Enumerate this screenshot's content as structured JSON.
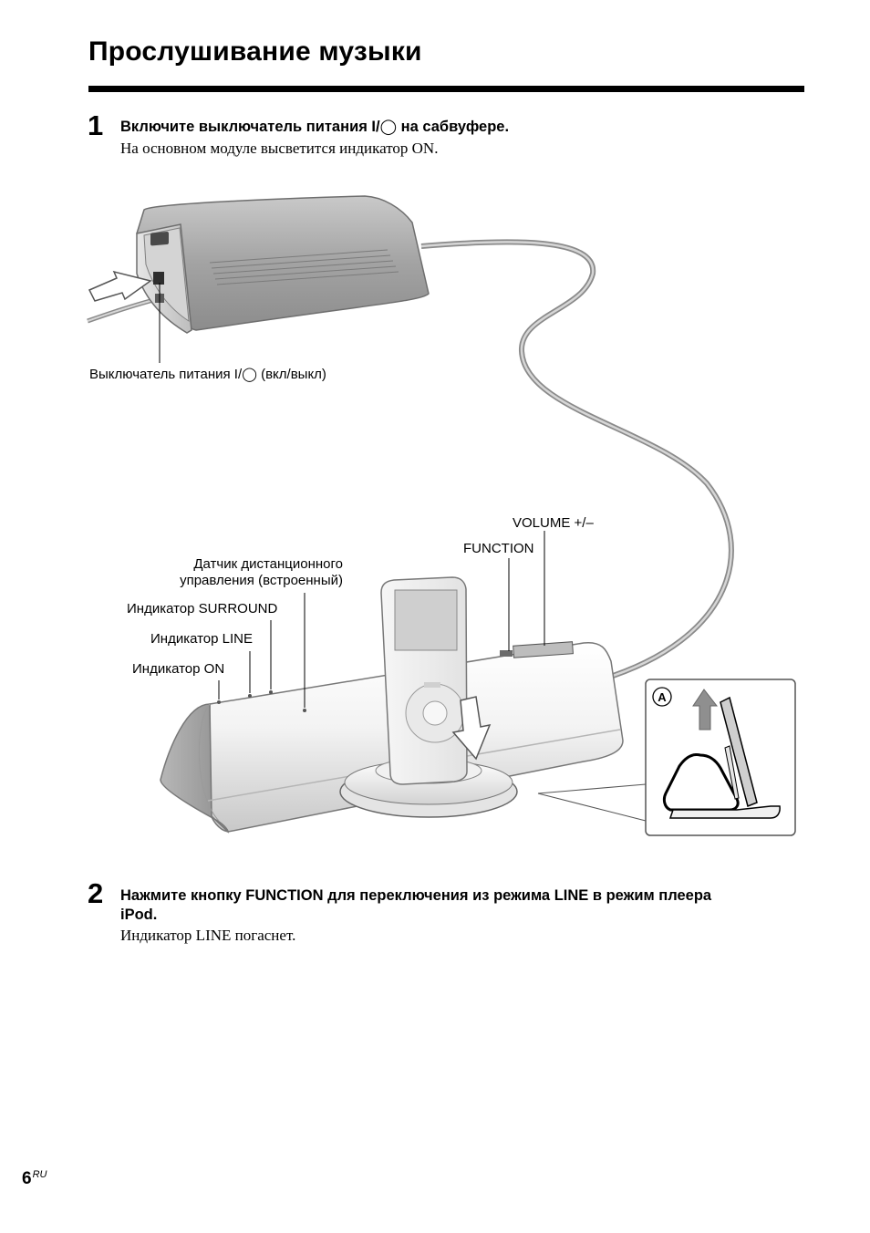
{
  "page": {
    "title": "Прослушивание музыки",
    "number": "6",
    "number_suffix": "RU"
  },
  "steps": [
    {
      "number": "1",
      "heading": "Включите выключатель питания I/◯ на сабвуфере.",
      "body": "На основном модуле высветится индикатор ON."
    },
    {
      "number": "2",
      "heading_line1": "Нажмите кнопку FUNCTION для переключения из режима LINE в режим плеера",
      "heading_line2": "iPod.",
      "body": "Индикатор LINE погаснет."
    }
  ],
  "illustration": {
    "power_switch_label": "Выключатель питания I/◯ (вкл/выкл)",
    "volume_label": "VOLUME +/–",
    "function_label": "FUNCTION",
    "remote_sensor_label_line1": "Датчик дистанционного",
    "remote_sensor_label_line2": "управления (встроенный)",
    "surround_label": "Индикатор SURROUND",
    "line_label": "Индикатор LINE",
    "on_label": "Индикатор ON",
    "inset_marker": "A"
  }
}
